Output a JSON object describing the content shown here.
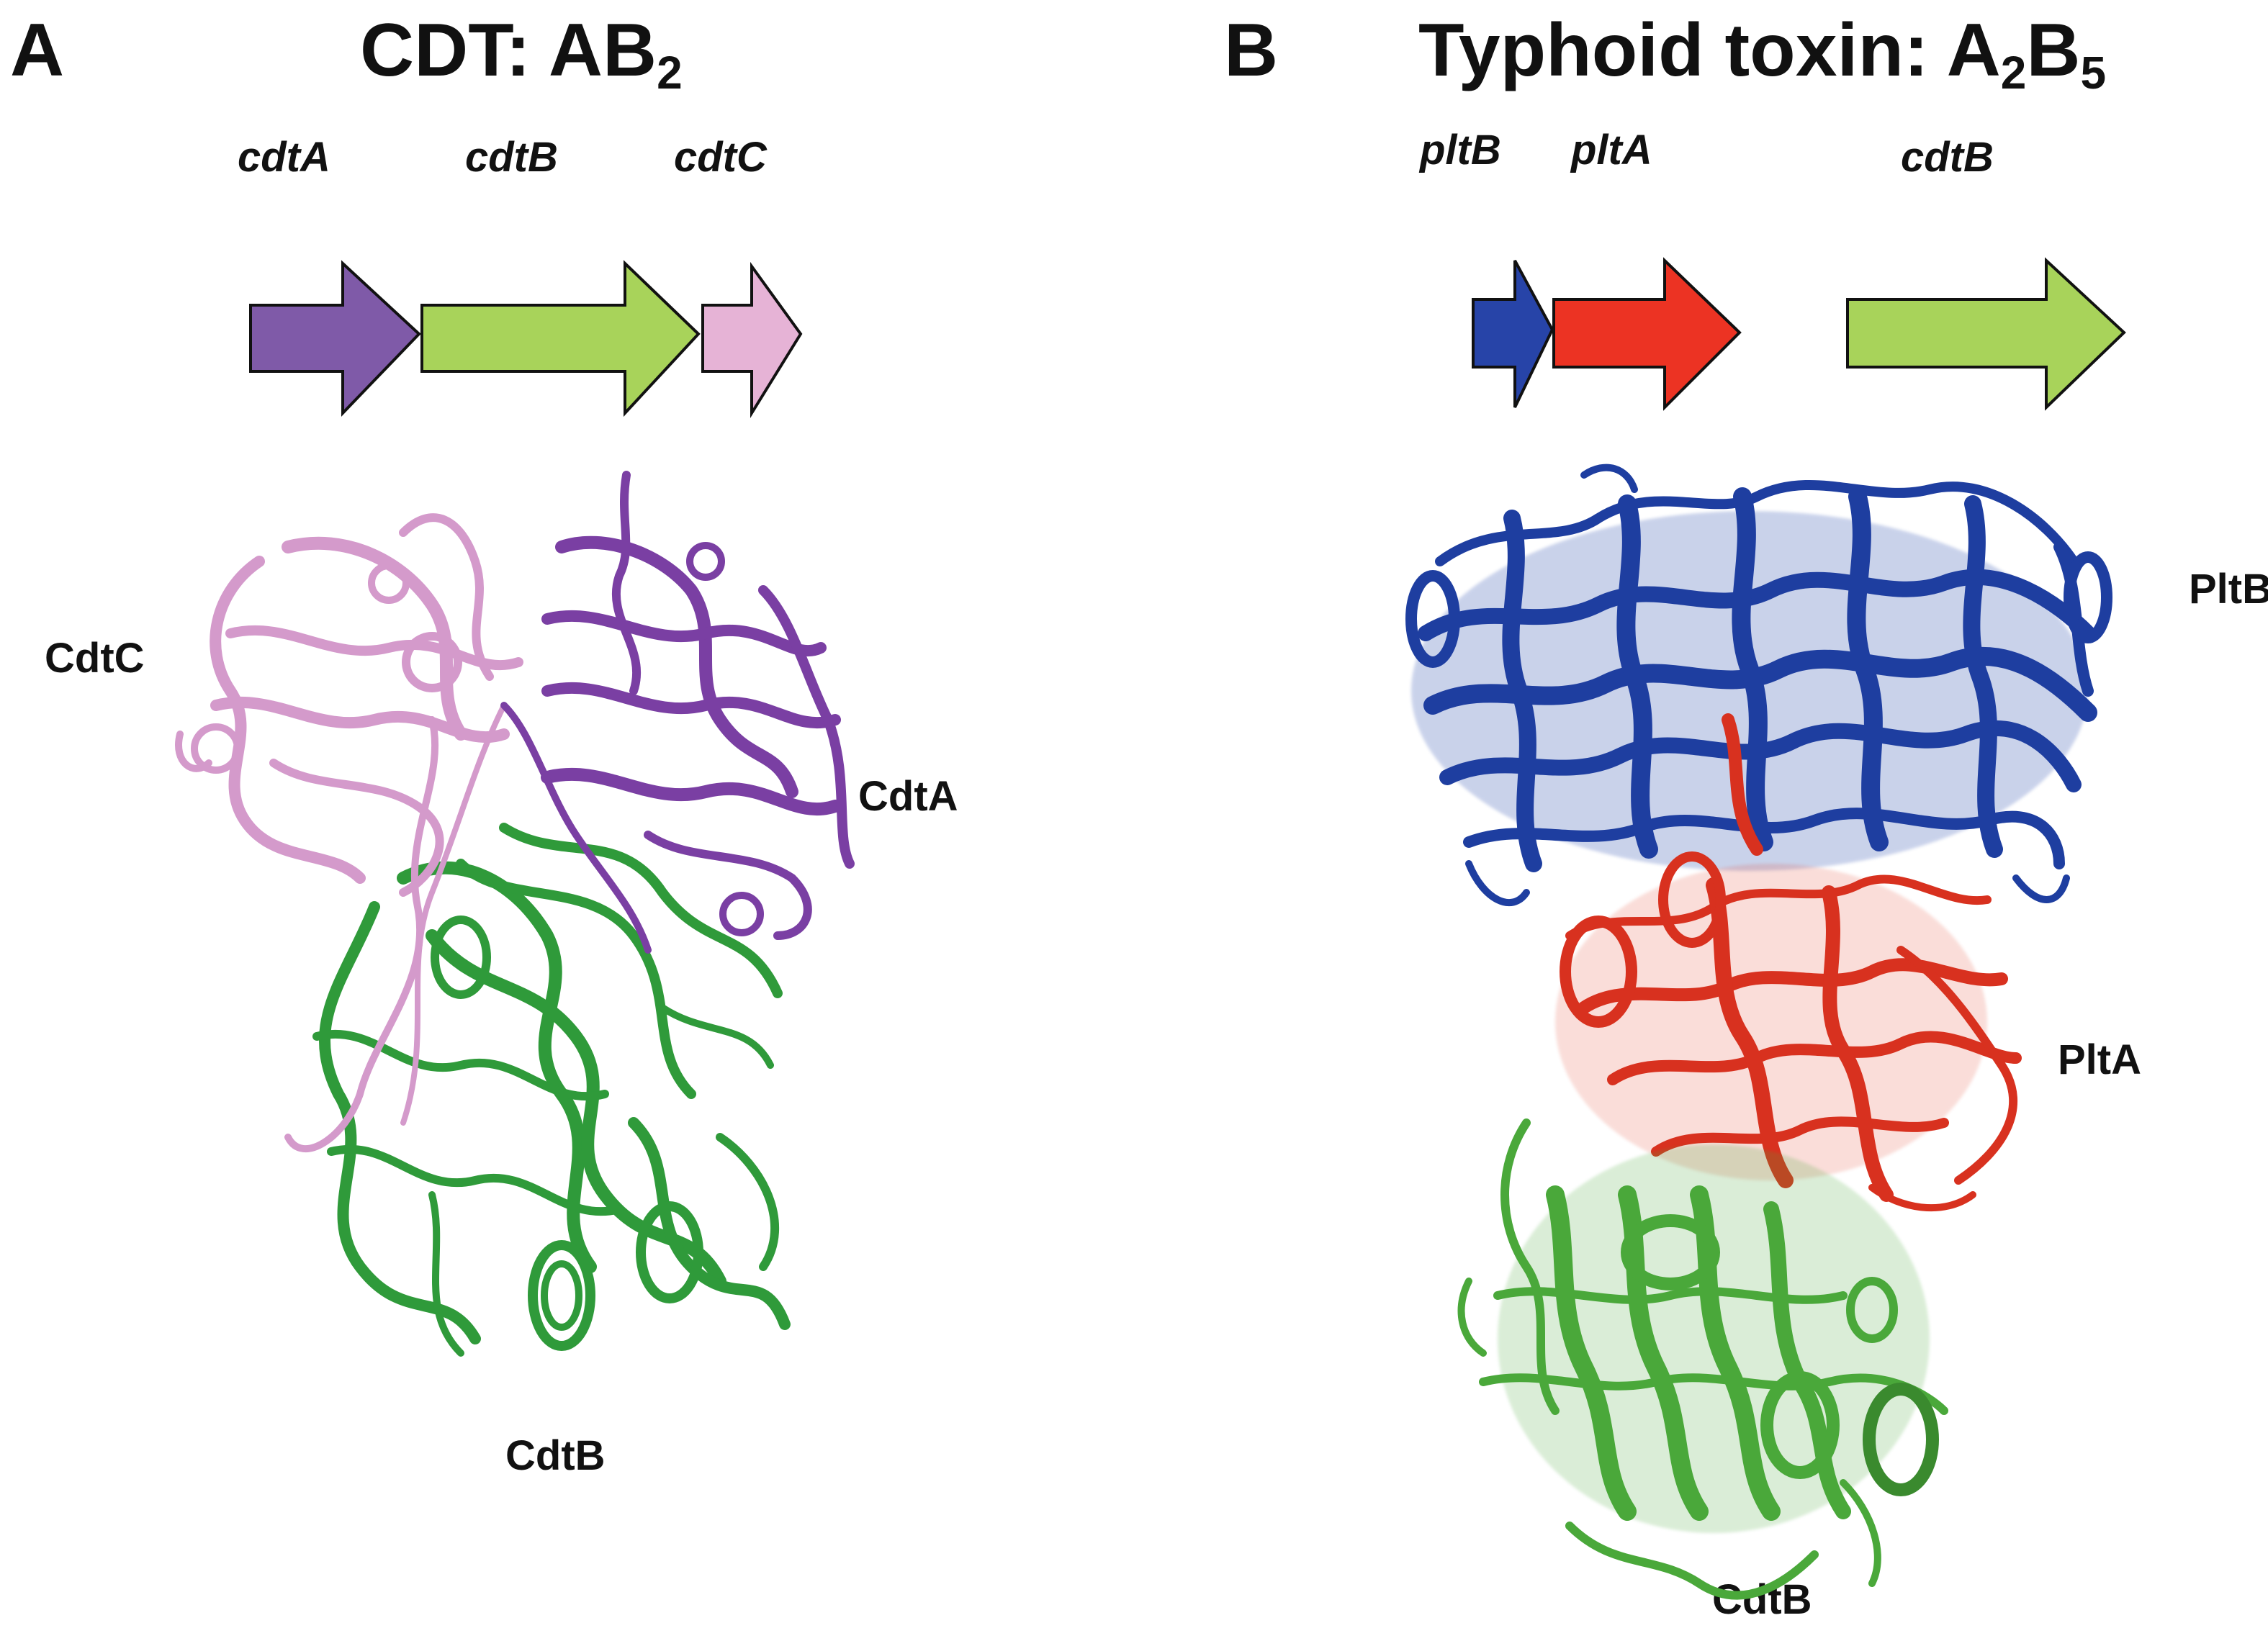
{
  "panel_a": {
    "letter": "A",
    "title_main": "CDT: AB",
    "title_sub": "2",
    "genes": [
      {
        "label": "cdtA",
        "color": "#7f5aa8"
      },
      {
        "label": "cdtB",
        "color": "#a8d35a"
      },
      {
        "label": "cdtC",
        "color": "#e6b3d6"
      }
    ],
    "proteins": [
      {
        "label": "CdtC",
        "color": "#d49acb"
      },
      {
        "label": "CdtA",
        "color": "#7a3fa3"
      },
      {
        "label": "CdtB",
        "color": "#2f9a3a"
      }
    ]
  },
  "panel_b": {
    "letter": "B",
    "title_main": "Typhoid toxin: A",
    "title_sub1": "2",
    "title_mid": "B",
    "title_sub2": "5",
    "genes": [
      {
        "label": "pltB",
        "color": "#2744a8"
      },
      {
        "label": "pltA",
        "color": "#ec3323"
      },
      {
        "label": "cdtB",
        "color": "#a8d35a"
      }
    ],
    "proteins": [
      {
        "label": "PltB",
        "color": "#1e3ea0"
      },
      {
        "label": "PltA",
        "color": "#d8311f"
      },
      {
        "label": "CdtB",
        "color": "#4aa83a"
      }
    ]
  }
}
